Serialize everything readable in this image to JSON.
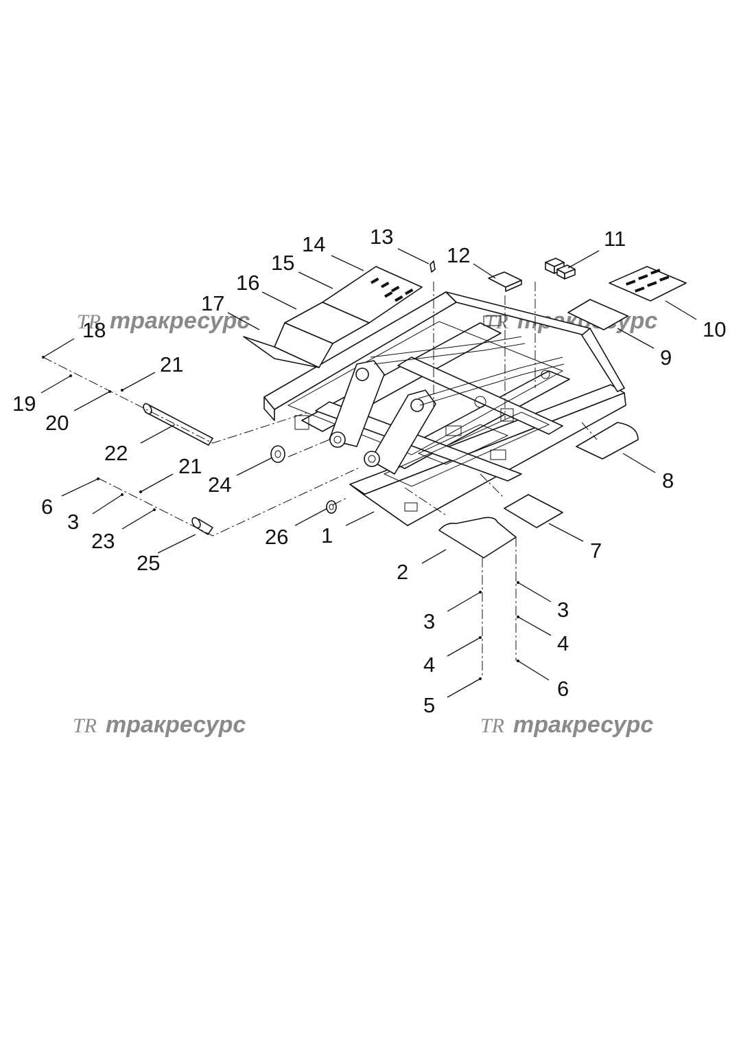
{
  "watermark": {
    "logo": "TR",
    "text": "тракресурс"
  },
  "callouts": [
    {
      "id": "c1",
      "label": "1"
    },
    {
      "id": "c2",
      "label": "2"
    },
    {
      "id": "c3a",
      "label": "3"
    },
    {
      "id": "c3b",
      "label": "3"
    },
    {
      "id": "c3c",
      "label": "3"
    },
    {
      "id": "c4a",
      "label": "4"
    },
    {
      "id": "c4b",
      "label": "4"
    },
    {
      "id": "c5",
      "label": "5"
    },
    {
      "id": "c6a",
      "label": "6"
    },
    {
      "id": "c6b",
      "label": "6"
    },
    {
      "id": "c7",
      "label": "7"
    },
    {
      "id": "c8",
      "label": "8"
    },
    {
      "id": "c9",
      "label": "9"
    },
    {
      "id": "c10",
      "label": "10"
    },
    {
      "id": "c11",
      "label": "11"
    },
    {
      "id": "c12",
      "label": "12"
    },
    {
      "id": "c13",
      "label": "13"
    },
    {
      "id": "c14",
      "label": "14"
    },
    {
      "id": "c15",
      "label": "15"
    },
    {
      "id": "c16",
      "label": "16"
    },
    {
      "id": "c17",
      "label": "17"
    },
    {
      "id": "c18",
      "label": "18"
    },
    {
      "id": "c19",
      "label": "19"
    },
    {
      "id": "c20",
      "label": "20"
    },
    {
      "id": "c21a",
      "label": "21"
    },
    {
      "id": "c21b",
      "label": "21"
    },
    {
      "id": "c22",
      "label": "22"
    },
    {
      "id": "c23",
      "label": "23"
    },
    {
      "id": "c24",
      "label": "24"
    },
    {
      "id": "c25",
      "label": "25"
    },
    {
      "id": "c26",
      "label": "26"
    }
  ]
}
